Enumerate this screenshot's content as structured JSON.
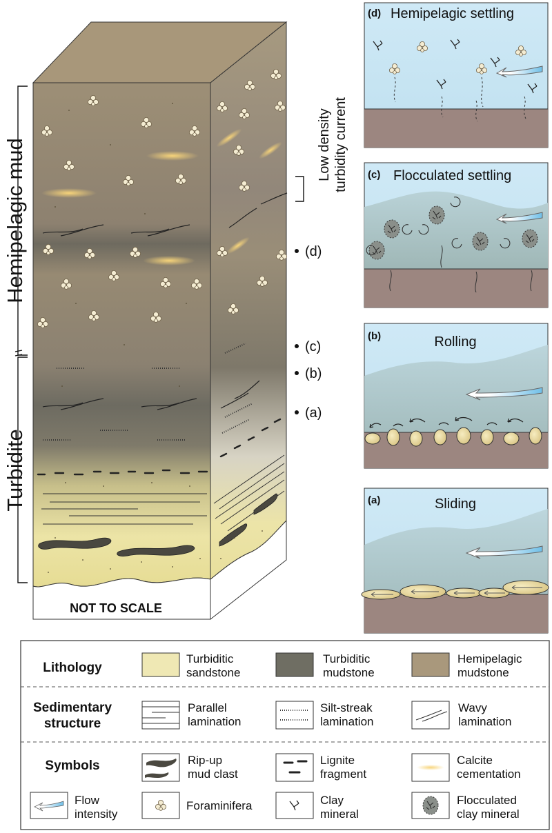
{
  "column": {
    "not_to_scale": "NOT TO SCALE",
    "unit_upper": "Hemipelagic mud",
    "unit_lower": "Turbidite",
    "low_density_line1": "Low density",
    "low_density_line2": "turbidity current",
    "markers": [
      "(d)",
      "(c)",
      "(b)",
      "(a)"
    ]
  },
  "panels": [
    {
      "tag": "(d)",
      "title": "Hemipelagic settling"
    },
    {
      "tag": "(c)",
      "title": "Flocculated settling"
    },
    {
      "tag": "(b)",
      "title": "Rolling"
    },
    {
      "tag": "(a)",
      "title": "Sliding"
    }
  ],
  "legend": {
    "lithology": {
      "title": "Lithology",
      "items": [
        {
          "line1": "Turbiditic",
          "line2": "sandstone",
          "color": "#efe8b4"
        },
        {
          "line1": "Turbiditic",
          "line2": "mudstone",
          "color": "#6f6e63"
        },
        {
          "line1": "Hemipelagic",
          "line2": "mudstone",
          "color": "#a9987c"
        }
      ]
    },
    "structure": {
      "title1": "Sedimentary",
      "title2": "structure",
      "items": [
        {
          "line1": "Parallel",
          "line2": "lamination"
        },
        {
          "line1": "Silt-streak",
          "line2": "lamination"
        },
        {
          "line1": "Wavy",
          "line2": "lamination"
        }
      ]
    },
    "symbols": {
      "title": "Symbols",
      "row1": [
        {
          "line1": "Rip-up",
          "line2": "mud clast"
        },
        {
          "line1": "Lignite",
          "line2": "fragment"
        },
        {
          "line1": "Calcite",
          "line2": "cementation"
        }
      ],
      "row2": [
        {
          "line1": "Flow",
          "line2": "intensity"
        },
        {
          "line1": "Foraminifera",
          "line2": ""
        },
        {
          "line1": "Clay",
          "line2": "mineral"
        },
        {
          "line1": "Flocculated",
          "line2": "clay mineral"
        }
      ]
    }
  },
  "colors": {
    "water": "#cfe9f6",
    "seabed": "#9c8680",
    "hemipelagic": "#9b8d74",
    "turbidite_mud": "#6f6e63",
    "sand": "#ece6a8",
    "flow_arrow": "#8ccbeb"
  }
}
